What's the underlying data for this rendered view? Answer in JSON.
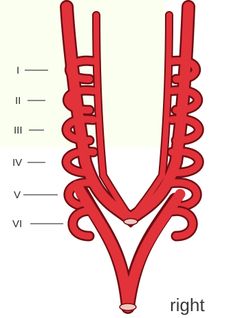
{
  "arch_labels": [
    "I",
    "II",
    "III",
    "IV",
    "V",
    "VI"
  ],
  "caption": "right",
  "colors": {
    "vessel_fill": "#e2323a",
    "vessel_outline": "#6e0e12",
    "lumen": "#f3c6c0",
    "label_text": "#2f2f2f",
    "background_tint": "#fbfff0"
  }
}
